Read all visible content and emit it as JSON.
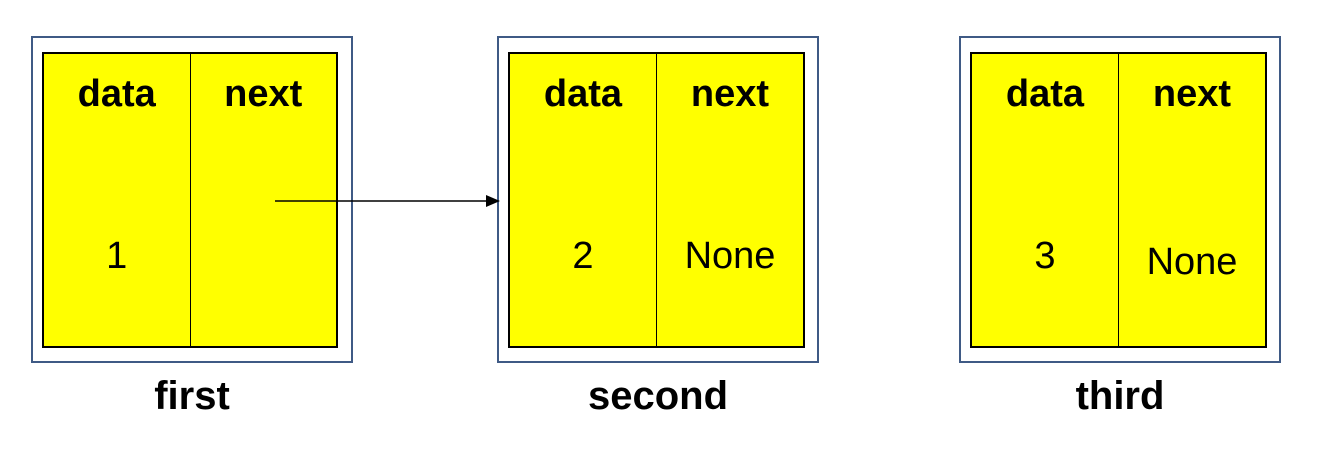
{
  "nodes": [
    {
      "label": "first",
      "data_header": "data",
      "next_header": "next",
      "data_value": "1",
      "next_value": ""
    },
    {
      "label": "second",
      "data_header": "data",
      "next_header": "next",
      "data_value": "2",
      "next_value": "None"
    },
    {
      "label": "third",
      "data_header": "data",
      "next_header": "next",
      "data_value": "3",
      "next_value": "None"
    }
  ],
  "colors": {
    "cell_fill": "#ffff00",
    "outer_border": "#3f5a85",
    "text": "#000000"
  }
}
